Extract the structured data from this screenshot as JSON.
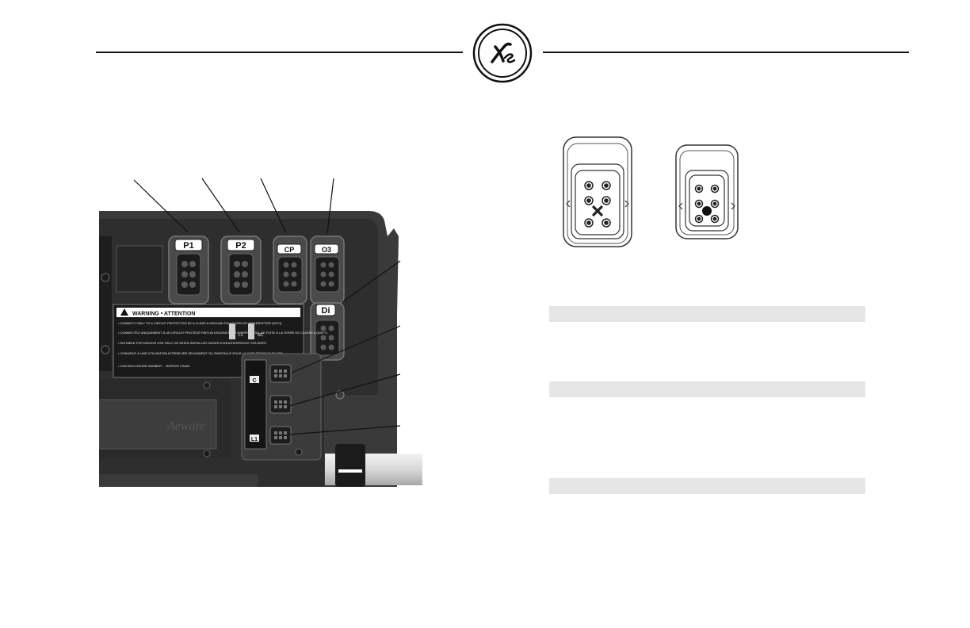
{
  "logo": {
    "icon": "xe-monogram-icon",
    "text": "Xe"
  },
  "panel": {
    "ports": {
      "p1": "P1",
      "p2": "P2",
      "cp": "CP",
      "o3": "O3",
      "di": "Di",
      "l1": "L1",
      "c": "C"
    },
    "label": {
      "heading": "WARNING • ATTENTION",
      "lines": [
        "• CONNECT ONLY TO A CIRCUIT PROTECTED BY A CLASS A GROUND FAULT CIRCUIT INTERRUPTER (GFCI).",
        "• CONNECTEZ UNIQUEMENT À UN CIRCUIT PROTÉGÉ PAR UN DISJONCTEUR DIFFÉRENTIEL DE FUITE À LA TERRE DE CLASSE A (DDFT).",
        "• SUITABLE FOR INDOOR USE ONLY OR WHEN INSTALLED UNDER A WEATHERPROOF SPA SKIRT.",
        "• CONVIENT À UNE UTILISATION INTÉRIEURE SEULEMENT OU S'INSTALLÉ SOUS LA JUPE ÉTANCHE DU SPA.",
        "• CSA ENCLOSURE NUMBER : - BOÎTIER CSA#2"
      ],
      "lc": "LC",
      "nc": "NC"
    },
    "brand": "Aeware"
  },
  "colors": {
    "ink": "#111111",
    "panel_dark": "#2b2b2b",
    "panel_mid": "#4a4a4a",
    "label_bg": "#1a1a1a",
    "bar": "#e6e6e6"
  }
}
